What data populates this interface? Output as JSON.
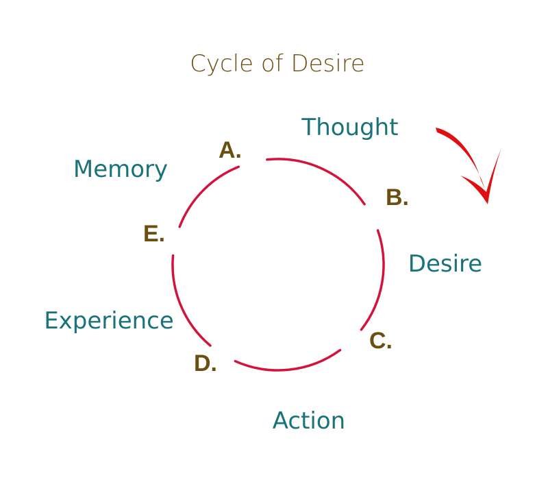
{
  "title": "Cycle of Desire",
  "stages": [
    {
      "letter": "A.",
      "label": "Thought"
    },
    {
      "letter": "B.",
      "label": "Desire"
    },
    {
      "letter": "C.",
      "label": "Action"
    },
    {
      "letter": "D.",
      "label": "Experience"
    },
    {
      "letter": "E.",
      "label": "Memory"
    }
  ],
  "colors": {
    "title": "#6b4f10",
    "stage_label": "#1a7378",
    "letter": "#6b4f10",
    "circle": "#d4133d",
    "arrow": "#e01010"
  },
  "arrow_icon": "clockwise-arrow-icon"
}
